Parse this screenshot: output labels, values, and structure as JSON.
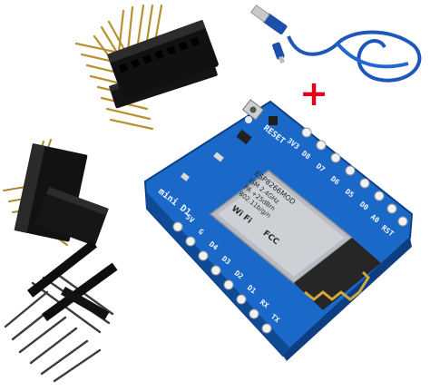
{
  "scene": {
    "plus_sign": "+",
    "board": {
      "reset_label": "RESET",
      "pins_right": [
        "3V3",
        "D8",
        "D7",
        "D6",
        "D5",
        "D0",
        "A0",
        "RST"
      ],
      "pins_left": [
        "5V",
        "G",
        "D4",
        "D3",
        "D2",
        "D1",
        "RX",
        "TX"
      ],
      "silk_left": "mini D1",
      "module_text": [
        "ESP8266MOD",
        "ISM 2.4GHz",
        "PA +25dBm",
        "802.11b/g/n"
      ],
      "wifi_mark": "Wi Fi",
      "cert_mark": "FCC"
    }
  }
}
